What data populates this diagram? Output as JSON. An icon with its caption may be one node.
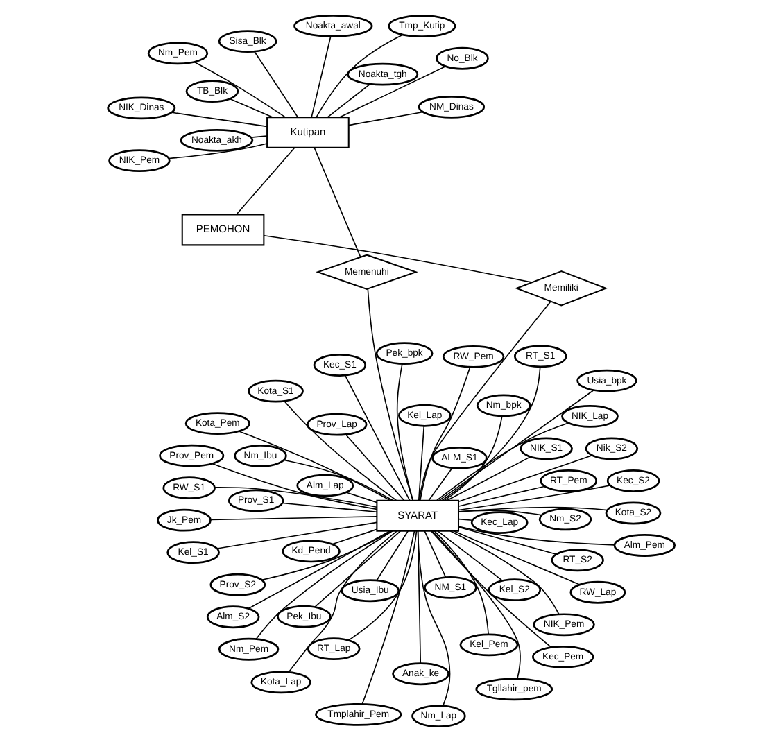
{
  "diagram": {
    "nodes": [
      {
        "text": [
          "PEMOHON"
        ]
      },
      {
        "text": [
          "Memiliki"
        ]
      },
      {
        "text": [
          "SYARAT"
        ]
      },
      {
        "text": [
          "Kutipan"
        ]
      },
      {
        "text": [
          "Memenuhi"
        ]
      },
      {
        "text": [
          "Kd_Pend"
        ]
      },
      {
        "text": [
          "Nm_Pem"
        ]
      },
      {
        "text": [
          "NIK_Pem"
        ]
      },
      {
        "text": [
          "Tmplahir_Pem"
        ]
      },
      {
        "text": [
          "Tgllahir_pem"
        ]
      },
      {
        "text": [
          "Anak_ke"
        ]
      },
      {
        "text": [
          "Jk_Pem"
        ]
      },
      {
        "text": [
          "Alm_Pem"
        ]
      },
      {
        "text": [
          "RT_Pem"
        ]
      },
      {
        "text": [
          "RW_Pem"
        ]
      },
      {
        "text": [
          "Kel_Pem"
        ]
      },
      {
        "text": [
          "Kec_Pem"
        ]
      },
      {
        "text": [
          "Kota_Pem"
        ]
      },
      {
        "text": [
          "Prov_Pem"
        ]
      },
      {
        "text": [
          "Nm_Ibu"
        ]
      },
      {
        "text": [
          "Usia_Ibu"
        ]
      },
      {
        "text": [
          "Pek_Ibu"
        ]
      },
      {
        "text": [
          "Nm_bpk"
        ]
      },
      {
        "text": [
          "Usia_bpk"
        ]
      },
      {
        "text": [
          "Pek_bpk"
        ]
      },
      {
        "text": [
          "Nm_Lap"
        ]
      },
      {
        "text": [
          "NIK_Lap"
        ]
      },
      {
        "text": [
          "Alm_Lap"
        ]
      },
      {
        "text": [
          "RT_Lap"
        ]
      },
      {
        "text": [
          "RW_Lap"
        ]
      },
      {
        "text": [
          "Kel_Lap"
        ]
      },
      {
        "text": [
          "Kec_Lap"
        ]
      },
      {
        "text": [
          "Kota_Lap"
        ]
      },
      {
        "text": [
          "Prov_Lap"
        ]
      },
      {
        "text": [
          "NIK_S1"
        ]
      },
      {
        "text": [
          "NM_S1"
        ]
      },
      {
        "text": [
          "ALM_S1"
        ]
      },
      {
        "text": [
          "RT_S1"
        ]
      },
      {
        "text": [
          "RW_S1"
        ]
      },
      {
        "text": [
          "Kel_S1"
        ]
      },
      {
        "text": [
          "Kec_S1"
        ]
      },
      {
        "text": [
          "Kota_S1"
        ]
      },
      {
        "text": [
          "Prov_S1"
        ]
      },
      {
        "text": [
          "Nik_S2"
        ]
      },
      {
        "text": [
          "Nm_S2"
        ]
      },
      {
        "text": [
          "Alm_S2"
        ]
      },
      {
        "text": [
          "RT_S2"
        ]
      },
      {
        "text": [
          "Kel_S2"
        ]
      },
      {
        "text": [
          "Kec_S2"
        ]
      },
      {
        "text": [
          "Kota_S2"
        ]
      },
      {
        "text": [
          "Prov_S2"
        ]
      },
      {
        "text": [
          "No_Blk"
        ]
      },
      {
        "text": [
          "Tmp_Kutip"
        ]
      },
      {
        "text": [
          "Noakta_awal"
        ]
      },
      {
        "text": [
          "Noakta_tgh"
        ]
      },
      {
        "text": [
          "Noakta_akh"
        ]
      },
      {
        "text": [
          "NIK_Pem"
        ]
      },
      {
        "text": [
          "Nm_Pem"
        ]
      },
      {
        "text": [
          "NM_Dinas"
        ]
      },
      {
        "text": [
          "NIK_Dinas"
        ]
      },
      {
        "text": [
          "TB_Blk"
        ]
      },
      {
        "text": [
          "Sisa_Blk"
        ]
      }
    ],
    "edges": [
      {
        "from": 0,
        "to": 1,
        "arrow": "none"
      },
      {
        "from": 1,
        "to": 2,
        "arrow": "none"
      },
      {
        "from": 0,
        "to": 3,
        "arrow": "none"
      },
      {
        "from": 3,
        "to": 4,
        "arrow": "none"
      },
      {
        "from": 4,
        "to": 2,
        "arrow": "none"
      },
      {
        "from": 5,
        "to": 2,
        "arrow": "none"
      },
      {
        "from": 6,
        "to": 2,
        "arrow": "none"
      },
      {
        "from": 7,
        "to": 2,
        "arrow": "none"
      },
      {
        "from": 8,
        "to": 2,
        "arrow": "none"
      },
      {
        "from": 9,
        "to": 2,
        "arrow": "none"
      },
      {
        "from": 10,
        "to": 2,
        "arrow": "none"
      },
      {
        "from": 11,
        "to": 2,
        "arrow": "none"
      },
      {
        "from": 12,
        "to": 2,
        "arrow": "none"
      },
      {
        "from": 13,
        "to": 2,
        "arrow": "none"
      },
      {
        "from": 14,
        "to": 2,
        "arrow": "none"
      },
      {
        "from": 15,
        "to": 2,
        "arrow": "none"
      },
      {
        "from": 16,
        "to": 2,
        "arrow": "none"
      },
      {
        "from": 17,
        "to": 2,
        "arrow": "none"
      },
      {
        "from": 18,
        "to": 2,
        "arrow": "none"
      },
      {
        "from": 19,
        "to": 2,
        "arrow": "none"
      },
      {
        "from": 20,
        "to": 2,
        "arrow": "none"
      },
      {
        "from": 21,
        "to": 2,
        "arrow": "none"
      },
      {
        "from": 22,
        "to": 2,
        "arrow": "none"
      },
      {
        "from": 23,
        "to": 2,
        "arrow": "none"
      },
      {
        "from": 24,
        "to": 2,
        "arrow": "none"
      },
      {
        "from": 25,
        "to": 2,
        "arrow": "none"
      },
      {
        "from": 26,
        "to": 2,
        "arrow": "none"
      },
      {
        "from": 27,
        "to": 2,
        "arrow": "none"
      },
      {
        "from": 28,
        "to": 2,
        "arrow": "none"
      },
      {
        "from": 29,
        "to": 2,
        "arrow": "none"
      },
      {
        "from": 30,
        "to": 2,
        "arrow": "none"
      },
      {
        "from": 31,
        "to": 2,
        "arrow": "none"
      },
      {
        "from": 32,
        "to": 2,
        "arrow": "none"
      },
      {
        "from": 33,
        "to": 2,
        "arrow": "none"
      },
      {
        "from": 34,
        "to": 2,
        "arrow": "none"
      },
      {
        "from": 35,
        "to": 2,
        "arrow": "none"
      },
      {
        "from": 36,
        "to": 2,
        "arrow": "none"
      },
      {
        "from": 37,
        "to": 2,
        "arrow": "none"
      },
      {
        "from": 38,
        "to": 2,
        "arrow": "none"
      },
      {
        "from": 39,
        "to": 2,
        "arrow": "none"
      },
      {
        "from": 40,
        "to": 2,
        "arrow": "none"
      },
      {
        "from": 41,
        "to": 2,
        "arrow": "none"
      },
      {
        "from": 42,
        "to": 2,
        "arrow": "none"
      },
      {
        "from": 43,
        "to": 2,
        "arrow": "none"
      },
      {
        "from": 44,
        "to": 2,
        "arrow": "none"
      },
      {
        "from": 45,
        "to": 2,
        "arrow": "none"
      },
      {
        "from": 46,
        "to": 2,
        "arrow": "none"
      },
      {
        "from": 47,
        "to": 2,
        "arrow": "none"
      },
      {
        "from": 48,
        "to": 2,
        "arrow": "none"
      },
      {
        "from": 49,
        "to": 2,
        "arrow": "none"
      },
      {
        "from": 50,
        "to": 2,
        "arrow": "none"
      },
      {
        "from": 51,
        "to": 3,
        "arrow": "none"
      },
      {
        "from": 52,
        "to": 3,
        "arrow": "none"
      },
      {
        "from": 53,
        "to": 3,
        "arrow": "none"
      },
      {
        "from": 54,
        "to": 3,
        "arrow": "none"
      },
      {
        "from": 55,
        "to": 3,
        "arrow": "none"
      },
      {
        "from": 56,
        "to": 3,
        "arrow": "none"
      },
      {
        "from": 57,
        "to": 3,
        "arrow": "none"
      },
      {
        "from": 58,
        "to": 3,
        "arrow": "none"
      },
      {
        "from": 59,
        "to": 3,
        "arrow": "none"
      },
      {
        "from": 60,
        "to": 3,
        "arrow": "none"
      },
      {
        "from": 61,
        "to": 3,
        "arrow": "none"
      }
    ]
  }
}
